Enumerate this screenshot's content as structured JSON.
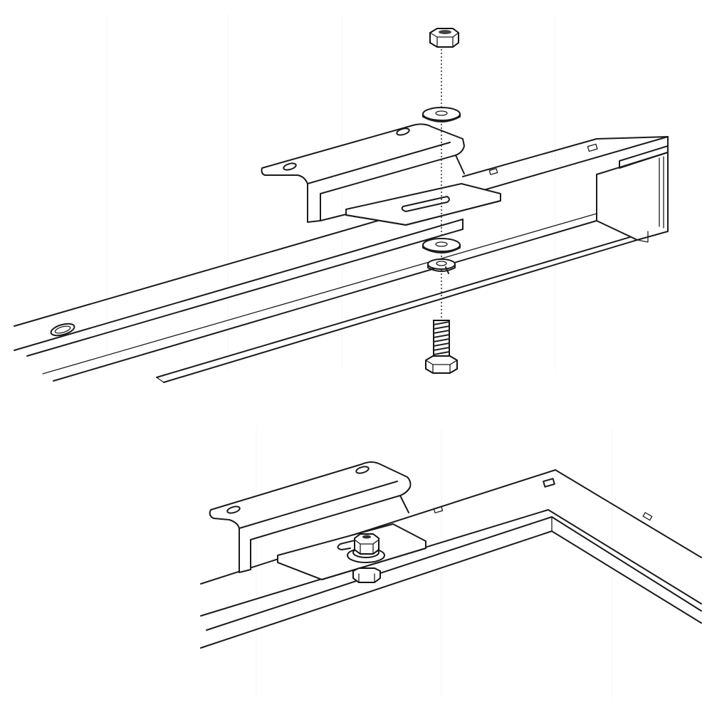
{
  "diagram": {
    "views": [
      {
        "id": "exploded-view"
      },
      {
        "id": "assembled-view"
      }
    ],
    "fastener_stack": [
      "hex-nut",
      "flat-washer-top",
      "flat-washer-bottom",
      "lock-washer",
      "hex-bolt"
    ],
    "colors": {
      "line": "#1a1a1a",
      "background": "#ffffff"
    }
  }
}
